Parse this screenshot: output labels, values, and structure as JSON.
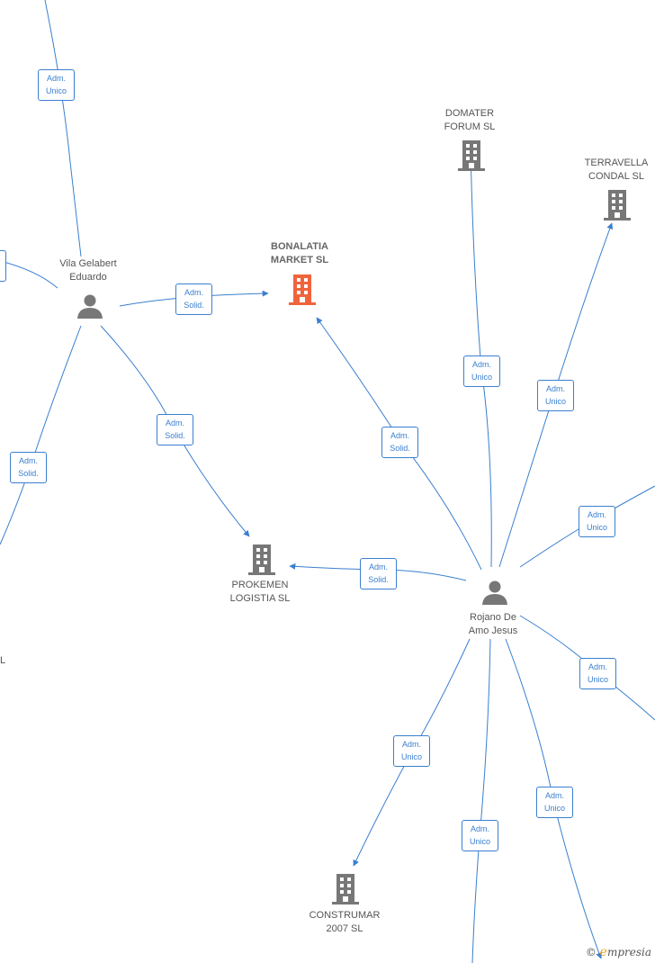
{
  "nodes": {
    "bonalatia": {
      "line1": "BONALATIA",
      "line2": "MARKET SL",
      "type": "company",
      "color": "#f0643c"
    },
    "domater": {
      "line1": "DOMATER",
      "line2": "FORUM SL",
      "type": "company",
      "color": "#777777"
    },
    "terravella": {
      "line1": "TERRAVELLA",
      "line2": "CONDAL SL",
      "type": "company",
      "color": "#777777"
    },
    "prokemen": {
      "line1": "PROKEMEN",
      "line2": "LOGISTIA SL",
      "type": "company",
      "color": "#777777"
    },
    "construmar": {
      "line1": "CONSTRUMAR",
      "line2": "2007 SL",
      "type": "company",
      "color": "#777777"
    },
    "vila": {
      "line1": "Vila Gelabert",
      "line2": "Eduardo",
      "type": "person",
      "color": "#777777"
    },
    "rojano": {
      "line1": "Rojano De",
      "line2": "Amo Jesus",
      "type": "person",
      "color": "#777777"
    },
    "partial_left": {
      "line1": "L"
    }
  },
  "roles": {
    "r1": {
      "line1": "Adm.",
      "line2": "Unico"
    },
    "r2": {
      "line1": "Adm.",
      "line2": "Solid."
    },
    "r3": {
      "line1": "Adm.",
      "line2": "Solid."
    },
    "r4": {
      "line1": "Adm.",
      "line2": "Solid."
    },
    "r5": {
      "line1": "Adm.",
      "line2": "Unico"
    },
    "r6": {
      "line1": "Adm.",
      "line2": "Unico"
    },
    "r7": {
      "line1": "Adm.",
      "line2": "Solid."
    },
    "r8": {
      "line1": "Adm.",
      "line2": "Unico"
    },
    "r9": {
      "line1": "Adm.",
      "line2": "Solid."
    },
    "r10": {
      "line1": "Adm.",
      "line2": "Unico"
    },
    "r11": {
      "line1": "Adm.",
      "line2": "Unico"
    },
    "r12": {
      "line1": "Adm.",
      "line2": "Unico"
    },
    "r13": {
      "line1": "Adm.",
      "line2": "Unico"
    }
  },
  "colors": {
    "edge": "#3a7fd0",
    "accent": "#f0643c",
    "icon": "#777777"
  },
  "watermark": {
    "symbol": "©",
    "brand_initial": "e",
    "brand_rest": "mpresia"
  }
}
